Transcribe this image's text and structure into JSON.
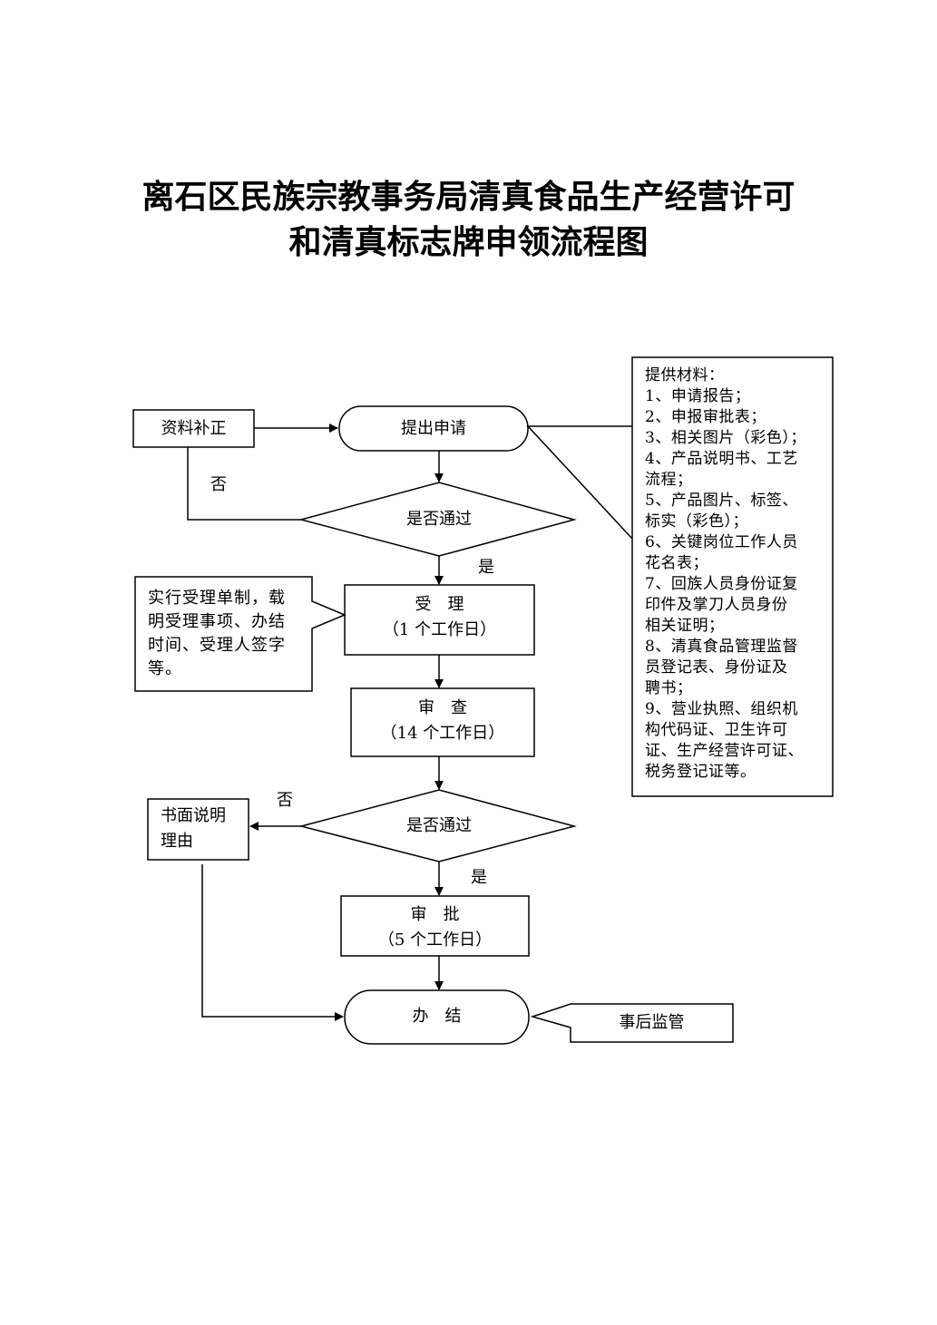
{
  "title": {
    "line1": "离石区民族宗教事务局清真食品生产经营许可",
    "line2": "和清真标志牌申领流程图"
  },
  "nodes": {
    "supplement": "资料补正",
    "submit": "提出申请",
    "check1": "是否通过",
    "accept": {
      "name": "受　理",
      "duration": "（1 个工作日）"
    },
    "review": {
      "name": "审　查",
      "duration": "（14 个工作日）"
    },
    "check2": "是否通过",
    "explain": {
      "line1": "书面说明",
      "line2": "理由"
    },
    "approve": {
      "name": "审　批",
      "duration": "（5 个工作日）"
    },
    "complete": "办　结",
    "supervise": "事后监管"
  },
  "labels": {
    "no1": "否",
    "yes1": "是",
    "no2": "否",
    "yes2": "是"
  },
  "acceptance_note": [
    "实行受理单制，载",
    "明受理事项、办结",
    "时间、受理人签字",
    "等。"
  ],
  "materials": [
    "提供材料：",
    "1、申请报告；",
    "2、申报审批表；",
    "3、相关图片（彩色）；",
    "4、产品说明书、工艺",
    "流程；",
    "5、产品图片、标签、",
    "标实（彩色）；",
    "6、关键岗位工作人员",
    "花名表；",
    "7、回族人员身份证复",
    "印件及掌刀人员身份",
    "相关证明；",
    "8、清真食品管理监督",
    "员登记表、身份证及",
    "聘书；",
    "9、营业执照、组织机",
    "构代码证、卫生许可",
    "证、生产经营许可证、",
    "税务登记证等。"
  ]
}
